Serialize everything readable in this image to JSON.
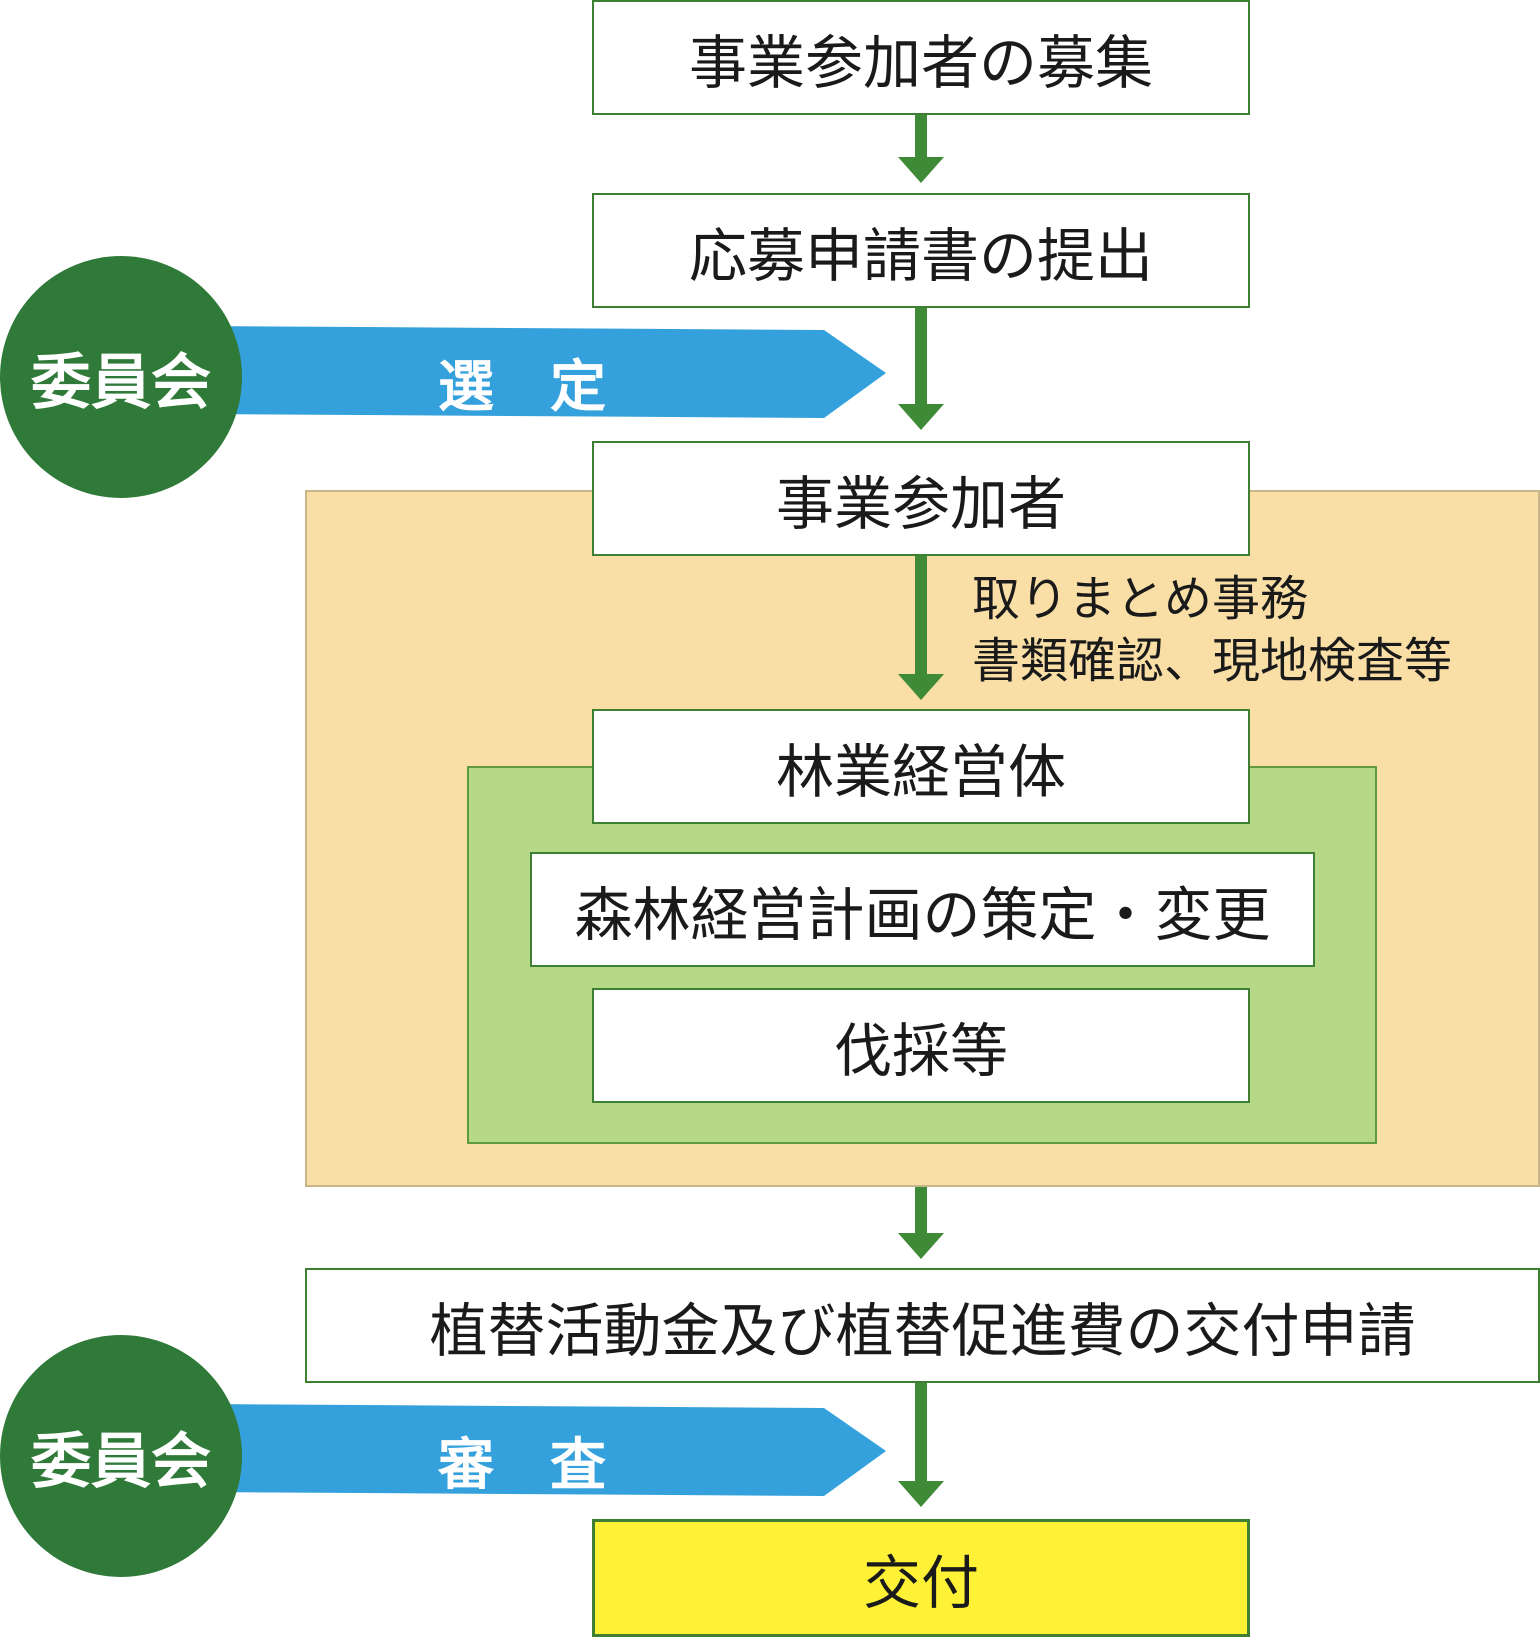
{
  "colors": {
    "arrow": "#3f8a37",
    "box_border": "#3f7f34",
    "orange_region": "#f9dfa6",
    "green_region": "#b5d986",
    "blue_banner": "#34a0dc",
    "committee_circle": "#2f7a38",
    "final_box": "#fff236"
  },
  "steps": {
    "recruit": "事業参加者の募集",
    "submit": "応募申請書の提出",
    "participant": "事業参加者",
    "forestry_entity": "林業経営体",
    "plan": "森林経営計画の策定・変更",
    "logging": "伐採等",
    "application": "植替活動金及び植替促進費の交付申請",
    "grant": "交付"
  },
  "note": {
    "line1": "取りまとめ事務",
    "line2": "書類確認、現地検査等"
  },
  "committee": {
    "select": {
      "label": "委員会",
      "action": "選　定"
    },
    "review": {
      "label": "委員会",
      "action": "審　査"
    }
  }
}
